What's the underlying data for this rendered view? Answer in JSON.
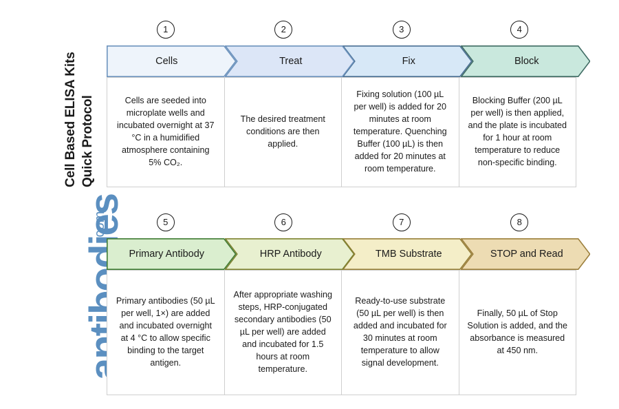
{
  "title": {
    "line1": "Cell Based ELISA Kits",
    "line2": "Quick Protocol"
  },
  "watermark": {
    "word": "antibodies",
    "suffix": ".com",
    "color": "#5b8fc0"
  },
  "rows": [
    {
      "name": "row-1",
      "steps": [
        {
          "number": "1",
          "label": "Cells",
          "fill": "#eef4fb",
          "stroke": "#6d93bd",
          "description": "Cells are seeded into microplate wells and incubated overnight at 37 °C in a humidified atmosphere containing 5% CO₂."
        },
        {
          "number": "2",
          "label": "Treat",
          "fill": "#dce6f7",
          "stroke": "#6d93bd",
          "description": "The desired treatment conditions are then applied."
        },
        {
          "number": "3",
          "label": "Fix",
          "fill": "#d7e8f7",
          "stroke": "#4a6f93",
          "description": "Fixing solution (100 µL per well) is added for 20 minutes at room temperature. Quenching Buffer (100 µL) is then added for 20 minutes at room temperature."
        },
        {
          "number": "4",
          "label": "Block",
          "fill": "#c9e8dd",
          "stroke": "#3f6b63",
          "description": "Blocking Buffer (200 µL per well) is then applied, and the plate is incubated for 1 hour at room temperature to reduce non-specific binding."
        }
      ]
    },
    {
      "name": "row-2",
      "steps": [
        {
          "number": "5",
          "label": "Primary Antibody",
          "fill": "#daeecf",
          "stroke": "#3f7b33",
          "description": "Primary antibodies (50 µL per well, 1×) are added and incubated overnight at 4 °C to allow specific binding to the target antigen."
        },
        {
          "number": "6",
          "label": "HRP Antibody",
          "fill": "#e8f0d0",
          "stroke": "#7e8331",
          "description": "After appropriate washing steps, HRP-conjugated secondary antibodies (50 µL per well) are added and incubated for 1.5 hours at room temperature."
        },
        {
          "number": "7",
          "label": "TMB Substrate",
          "fill": "#f4eec8",
          "stroke": "#97803a",
          "description": "Ready-to-use substrate (50 µL per well) is then added and incubated for 30 minutes at room temperature to allow signal development."
        },
        {
          "number": "8",
          "label": "STOP and Read",
          "fill": "#eddcb3",
          "stroke": "#9c7f3c",
          "description": "Finally, 50 µL of Stop Solution is added, and the absorbance is measured at 450 nm."
        }
      ]
    }
  ]
}
